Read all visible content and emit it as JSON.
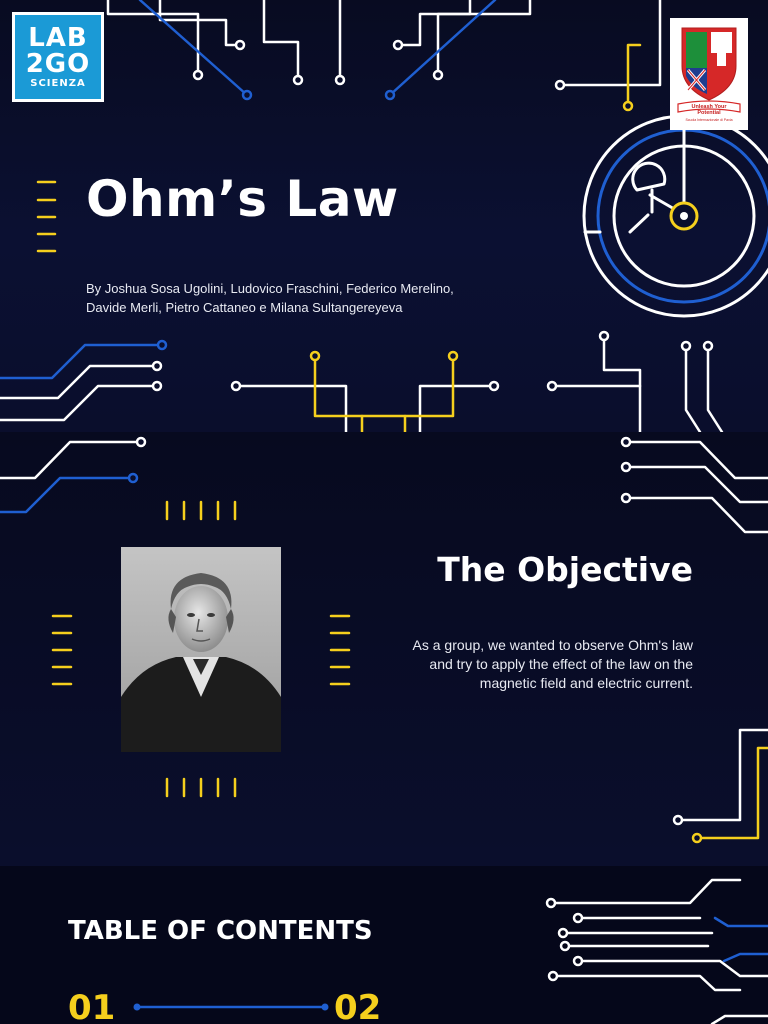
{
  "title_slide": {
    "title": "Ohm’s Law",
    "authors": "By Joshua Sosa Ugolini, Ludovico Fraschini, Federico Merelino, Davide Merli, Pietro Cattaneo e Milana Sultangereyeva",
    "logo_left": {
      "line1": "LAB",
      "line2": "2GO",
      "line3": "SCIENZA",
      "color": "#1b9ad6"
    },
    "logo_right": {
      "motto_line1": "Unleash Your",
      "motto_line2": "Potential",
      "subline": "Scuola Internazionale di Pavia"
    }
  },
  "objective_slide": {
    "heading": "The Objective",
    "body": "As a group, we wanted to observe Ohm's law and try to apply the effect of the law on the magnetic field and electric current."
  },
  "toc_slide": {
    "heading": "TABLE OF CONTENTS",
    "items": [
      {
        "number": "01"
      },
      {
        "number": "02"
      }
    ]
  },
  "colors": {
    "background": "#070a1f",
    "accent_yellow": "#f5cf1d",
    "accent_blue": "#1f5fd1",
    "line_white": "#ffffff"
  }
}
